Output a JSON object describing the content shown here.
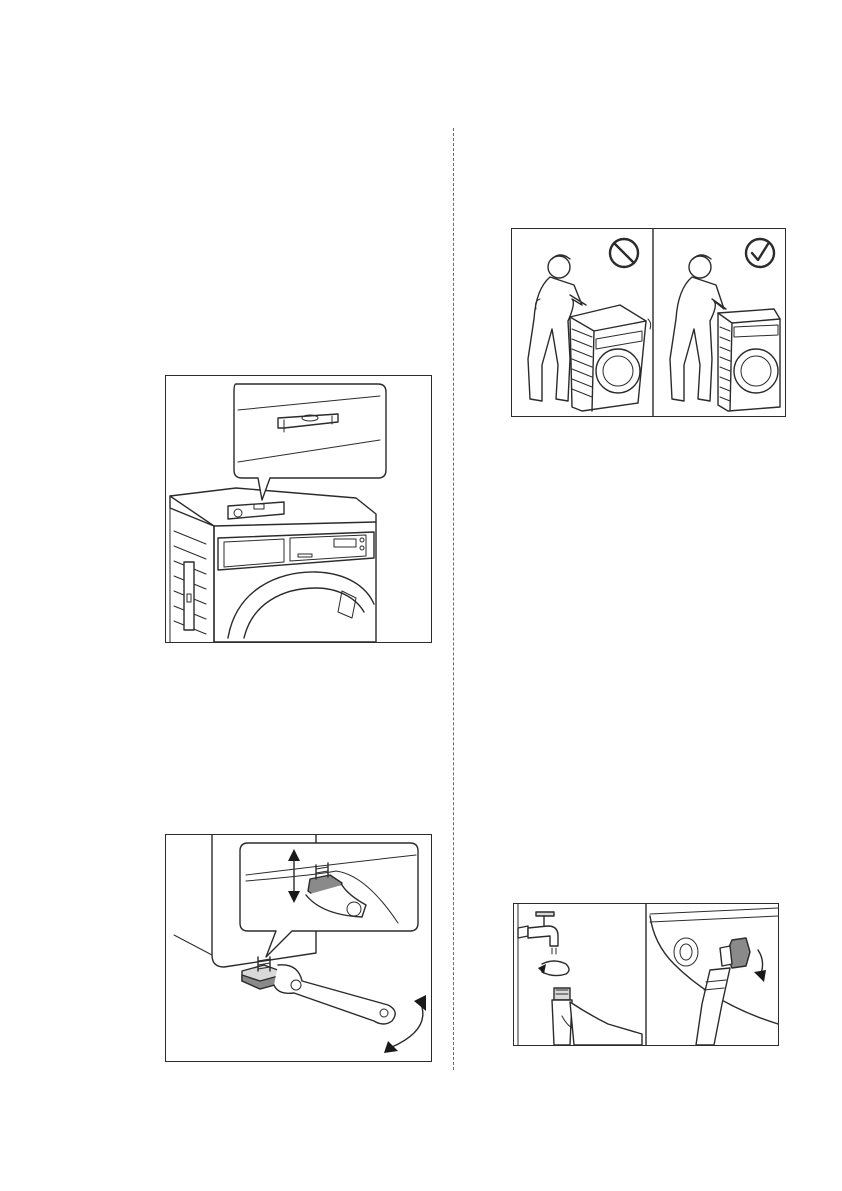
{
  "page": {
    "figures": [
      {
        "id": "spirit-level",
        "icon": "spirit-level-on-machine-illustration"
      },
      {
        "id": "adjust-feet",
        "icon": "wrench-adjusting-foot-illustration"
      },
      {
        "id": "moving",
        "icons": [
          "prohibited-icon",
          "checkmark-icon"
        ]
      },
      {
        "id": "hose-connection",
        "icons": [
          "tap-icon",
          "rotate-arrow-icon",
          "inlet-connection-icon"
        ]
      }
    ]
  }
}
